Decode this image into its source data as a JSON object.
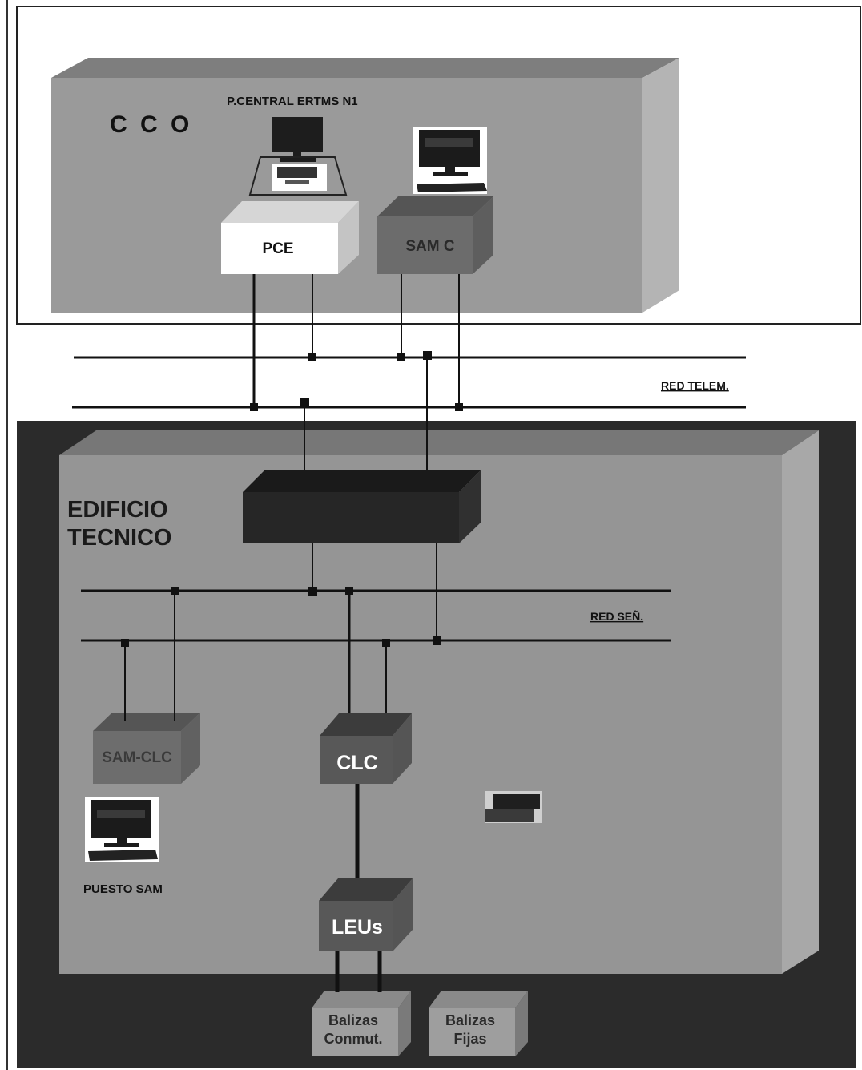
{
  "cco": {
    "title": "C C O",
    "workstation_label": "P.CENTRAL ERTMS N1",
    "pce_label": "PCE",
    "samc_label": "SAM C"
  },
  "networks": {
    "telem_label": "RED TELEM.",
    "senal_label": "RED SEÑ."
  },
  "edificio": {
    "title_line1": "EDIFICIO",
    "title_line2": "TECNICO",
    "sam_clc_label": "SAM-CLC",
    "clc_label": "CLC",
    "leus_label": "LEUs",
    "puesto_label": "PUESTO SAM",
    "balizas_conmut_line1": "Balizas",
    "balizas_conmut_line2": "Conmut.",
    "balizas_fijas_line1": "Balizas",
    "balizas_fijas_line2": "Fijas"
  },
  "colors": {
    "cco_front": "#9a9a9a",
    "cco_top": "#7e7e7e",
    "cco_side": "#b4b4b4",
    "dark_bg": "#2b2b2b",
    "et_front": "#959595",
    "et_top": "#777777",
    "et_side": "#a8a8a8",
    "pce_front": "#ffffff",
    "samc_front": "#6c6c6c",
    "switch_front": "#262626",
    "module_front": "#6d6d6d",
    "line": "#111111"
  }
}
